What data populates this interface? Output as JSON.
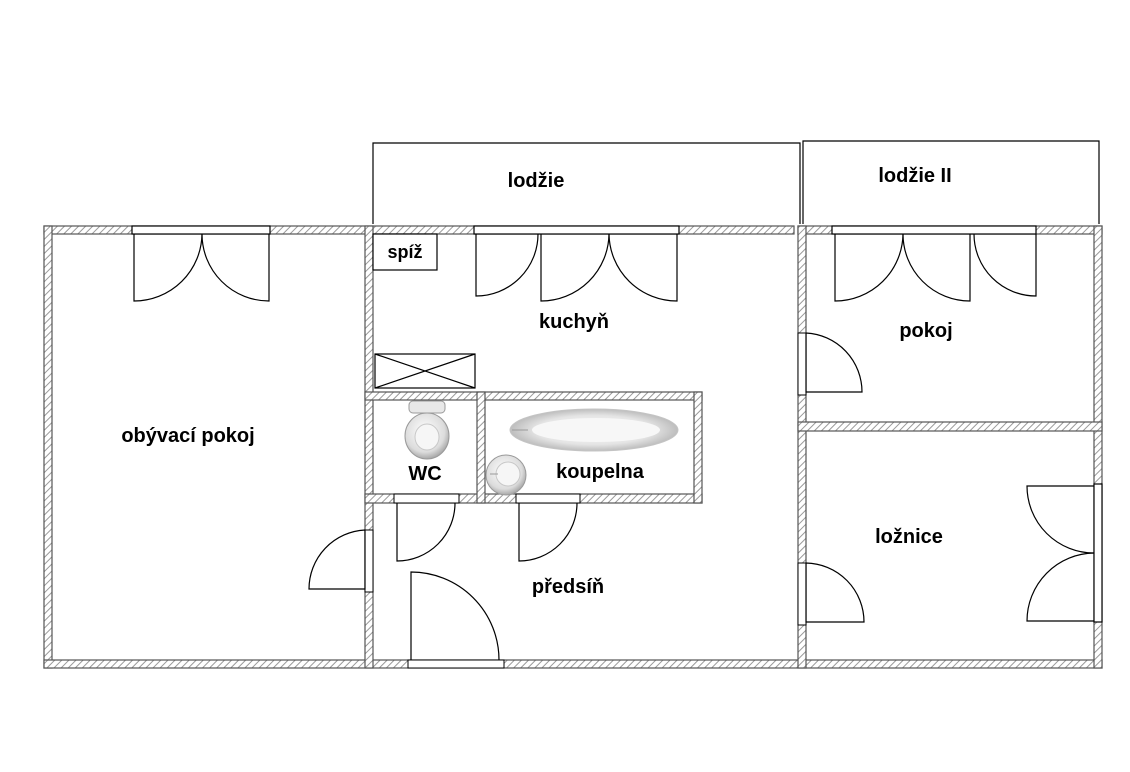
{
  "rooms": {
    "lodzie": "lodžie",
    "lodzie_ii": "lodžie II",
    "spiz": "spíž",
    "kuchyn": "kuchyň",
    "pokoj": "pokoj",
    "obyvaci_pokoj": "obývací pokoj",
    "wc": "WC",
    "koupelna": "koupelna",
    "loznice": "ložnice",
    "predsin": "předsíň"
  },
  "colors": {
    "wall_hatch": "#9a9a9a",
    "wall_outline": "#555555",
    "line": "#000000",
    "background": "#ffffff"
  }
}
